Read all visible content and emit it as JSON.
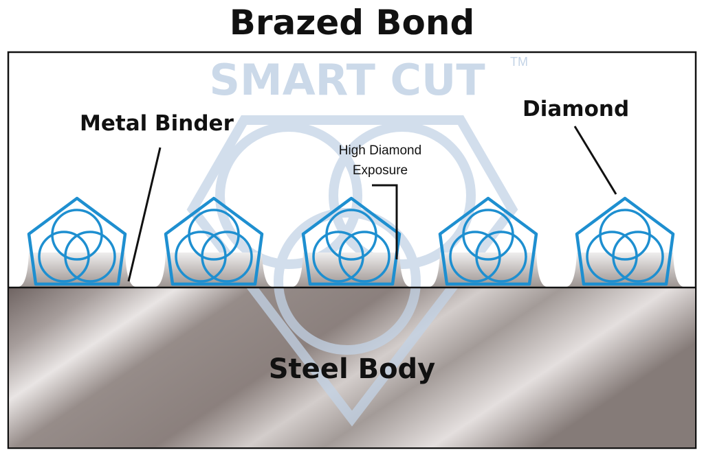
{
  "title": "Brazed Bond",
  "watermark": {
    "brand": "SMART CUT",
    "trademark": "TM"
  },
  "labels": {
    "metal_binder": "Metal Binder",
    "diamond": "Diamond",
    "exposure_line1": "High Diamond",
    "exposure_line2": "Exposure",
    "steel_body": "Steel Body"
  },
  "colors": {
    "diamond_blue": "#1e8fd0",
    "watermark_blue": "#c3d3e6",
    "steel_gray": "#8f8480",
    "binder_gray": "#b9b4b2",
    "outline": "#111111"
  }
}
